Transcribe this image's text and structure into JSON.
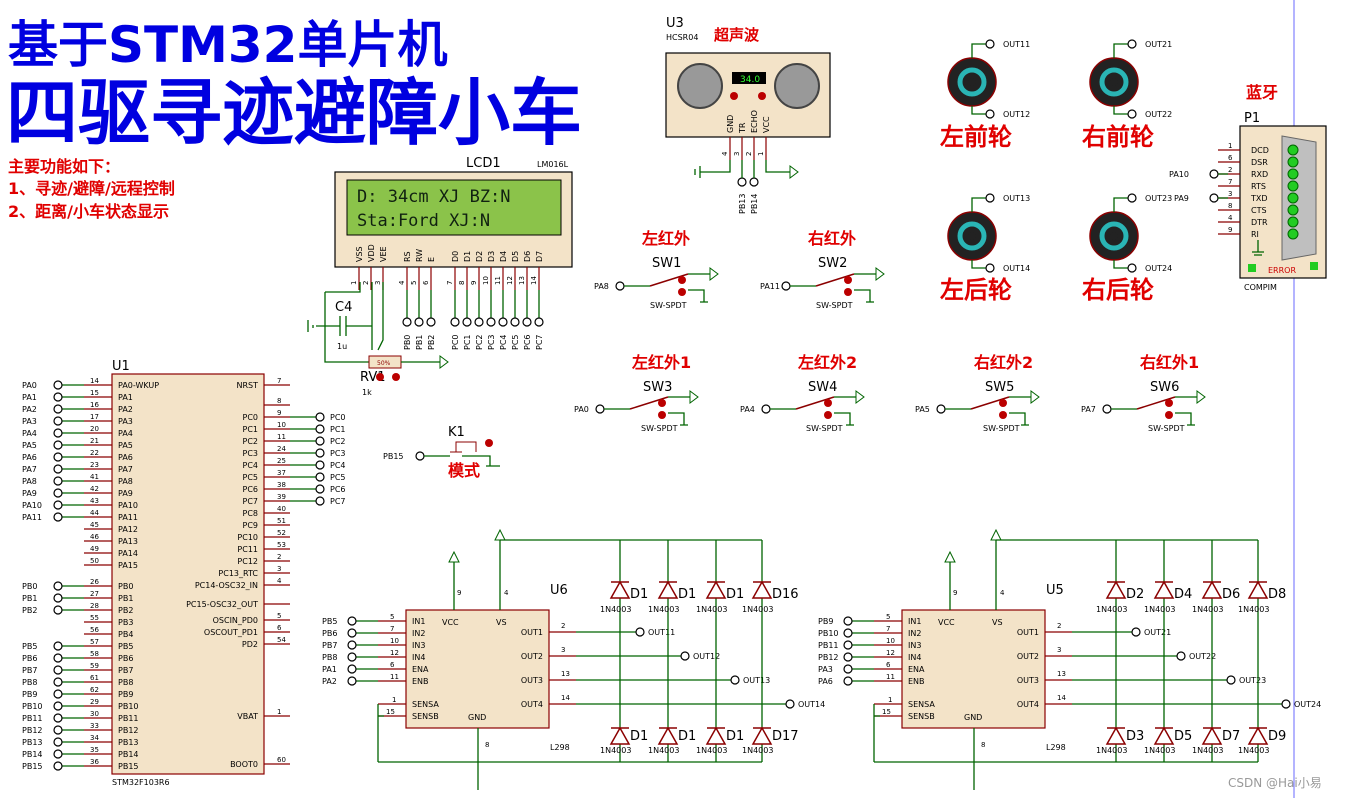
{
  "title": {
    "line1": "基于STM32单片机",
    "line2": "四驱寻迹避障小车",
    "features_heading": "主要功能如下：",
    "feature1": "1、寻迹/避障/远程控制",
    "feature2": "2、距离/小车状态显示"
  },
  "lcd": {
    "ref": "LCD1",
    "part": "LM016L",
    "row1": "D: 34cm XJ BZ:N",
    "row2": "Sta:Ford XJ:N",
    "pins": [
      "VSS",
      "VDD",
      "VEE",
      "RS",
      "RW",
      "E",
      "D0",
      "D1",
      "D2",
      "D3",
      "D4",
      "D5",
      "D6",
      "D7"
    ],
    "pin_numbers": [
      "1",
      "2",
      "3",
      "4",
      "5",
      "6",
      "7",
      "8",
      "9",
      "10",
      "11",
      "12",
      "13",
      "14"
    ],
    "nets": [
      "PB0",
      "PB1",
      "PB2",
      "PC0",
      "PC1",
      "PC2",
      "PC3",
      "PC4",
      "PC5",
      "PC6",
      "PC7"
    ]
  },
  "cap": {
    "ref": "C4",
    "value": "1u"
  },
  "pot": {
    "ref": "RV1",
    "value": "1k",
    "reading": "50%"
  },
  "ultrasonic": {
    "ref": "U3",
    "part": "HCSR04",
    "label": "超声波",
    "display": "34.0",
    "pins": [
      "GND",
      "TR",
      "ECHO",
      "VCC"
    ],
    "pin_numbers": [
      "4",
      "3",
      "2",
      "1"
    ],
    "nets": [
      "PB13",
      "PB14"
    ]
  },
  "motors": [
    {
      "label": "左前轮",
      "out_a": "OUT11",
      "out_b": "OUT12"
    },
    {
      "label": "右前轮",
      "out_a": "OUT21",
      "out_b": "OUT22"
    },
    {
      "label": "左后轮",
      "out_a": "OUT13",
      "out_b": "OUT14"
    },
    {
      "label": "右后轮",
      "out_a": "OUT23",
      "out_b": "OUT24"
    }
  ],
  "bluetooth": {
    "label": "蓝牙",
    "ref": "P1",
    "part": "COMPIM",
    "error": "ERROR",
    "pins": [
      "DCD",
      "DSR",
      "RXD",
      "RTS",
      "TXD",
      "CTS",
      "DTR",
      "RI"
    ],
    "pin_numbers": [
      "1",
      "6",
      "2",
      "7",
      "3",
      "8",
      "4",
      "9"
    ],
    "net_rxd": "PA10",
    "net_txd": "PA9"
  },
  "switches": [
    {
      "label": "左红外",
      "ref": "SW1",
      "part": "SW-SPDT",
      "net": "PA8"
    },
    {
      "label": "右红外",
      "ref": "SW2",
      "part": "SW-SPDT",
      "net": "PA11"
    },
    {
      "label": "左红外1",
      "ref": "SW3",
      "part": "SW-SPDT",
      "net": "PA0"
    },
    {
      "label": "左红外2",
      "ref": "SW4",
      "part": "SW-SPDT",
      "net": "PA4"
    },
    {
      "label": "右红外2",
      "ref": "SW5",
      "part": "SW-SPDT",
      "net": "PA5"
    },
    {
      "label": "右红外1",
      "ref": "SW6",
      "part": "SW-SPDT",
      "net": "PA7"
    }
  ],
  "button": {
    "ref": "K1",
    "label": "模式",
    "net": "PB15"
  },
  "mcu": {
    "ref": "U1",
    "part": "STM32F103R6",
    "left": [
      [
        "14",
        "PA0-WKUP",
        "PA0"
      ],
      [
        "15",
        "PA1",
        "PA1"
      ],
      [
        "16",
        "PA2",
        "PA2"
      ],
      [
        "17",
        "PA3",
        "PA3"
      ],
      [
        "20",
        "PA4",
        "PA4"
      ],
      [
        "21",
        "PA5",
        "PA5"
      ],
      [
        "22",
        "PA6",
        "PA6"
      ],
      [
        "23",
        "PA7",
        "PA7"
      ],
      [
        "41",
        "PA8",
        "PA8"
      ],
      [
        "42",
        "PA9",
        "PA9"
      ],
      [
        "43",
        "PA10",
        "PA10"
      ],
      [
        "44",
        "PA11",
        "PA11"
      ],
      [
        "45",
        "PA12",
        ""
      ],
      [
        "46",
        "PA13",
        ""
      ],
      [
        "49",
        "PA14",
        ""
      ],
      [
        "50",
        "PA15",
        ""
      ],
      [
        "26",
        "PB0",
        "PB0"
      ],
      [
        "27",
        "PB1",
        "PB1"
      ],
      [
        "28",
        "PB2",
        "PB2"
      ],
      [
        "55",
        "PB3",
        ""
      ],
      [
        "56",
        "PB4",
        ""
      ],
      [
        "57",
        "PB5",
        "PB5"
      ],
      [
        "58",
        "PB6",
        "PB6"
      ],
      [
        "59",
        "PB7",
        "PB7"
      ],
      [
        "61",
        "PB8",
        "PB8"
      ],
      [
        "62",
        "PB9",
        "PB9"
      ],
      [
        "29",
        "PB10",
        "PB10"
      ],
      [
        "30",
        "PB11",
        "PB11"
      ],
      [
        "33",
        "PB12",
        "PB12"
      ],
      [
        "34",
        "PB13",
        "PB13"
      ],
      [
        "35",
        "PB14",
        "PB14"
      ],
      [
        "36",
        "PB15",
        "PB15"
      ]
    ],
    "right": [
      [
        "7",
        "NRST",
        ""
      ],
      [
        "8",
        "",
        ""
      ],
      [
        "9",
        "PC0",
        "PC0"
      ],
      [
        "10",
        "PC1",
        "PC1"
      ],
      [
        "11",
        "PC2",
        "PC2"
      ],
      [
        "24",
        "PC3",
        "PC3"
      ],
      [
        "25",
        "PC4",
        "PC4"
      ],
      [
        "37",
        "PC5",
        "PC5"
      ],
      [
        "38",
        "PC6",
        "PC6"
      ],
      [
        "39",
        "PC7",
        "PC7"
      ],
      [
        "40",
        "PC8",
        ""
      ],
      [
        "51",
        "PC9",
        ""
      ],
      [
        "52",
        "PC10",
        ""
      ],
      [
        "53",
        "PC11",
        ""
      ],
      [
        "2",
        "PC12",
        ""
      ],
      [
        "3",
        "PC13_RTC",
        ""
      ],
      [
        "4",
        "PC14-OSC32_IN",
        ""
      ],
      [
        "",
        "PC15-OSC32_OUT",
        ""
      ],
      [
        "5",
        "OSCIN_PD0",
        ""
      ],
      [
        "6",
        "OSCOUT_PD1",
        ""
      ],
      [
        "54",
        "PD2",
        ""
      ],
      [
        "1",
        "VBAT",
        ""
      ],
      [
        "60",
        "BOOT0",
        ""
      ]
    ]
  },
  "drivers": [
    {
      "ref": "U6",
      "part": "L298",
      "inputs": [
        [
          "PB5",
          "5",
          "IN1"
        ],
        [
          "PB6",
          "7",
          "IN2"
        ],
        [
          "PB7",
          "10",
          "IN3"
        ],
        [
          "PB8",
          "12",
          "IN4"
        ],
        [
          "PA1",
          "6",
          "ENA"
        ],
        [
          "PA2",
          "11",
          "ENB"
        ]
      ],
      "outputs": [
        [
          "2",
          "OUT1",
          "OUT11"
        ],
        [
          "3",
          "OUT2",
          "OUT12"
        ],
        [
          "13",
          "OUT3",
          "OUT13"
        ],
        [
          "14",
          "OUT4",
          "OUT14"
        ]
      ],
      "top_pins": [
        "9",
        "4"
      ],
      "vcc": "VCC",
      "vs": "VS",
      "gnd": "GND",
      "gnd_pin": "8",
      "sensa": [
        "1",
        "SENSA"
      ],
      "sensb": [
        "15",
        "SENSB"
      ],
      "diodes_top": [
        "D1",
        "D1",
        "D1",
        "D16"
      ],
      "diodes_bottom": [
        "D1",
        "D1",
        "D1",
        "D17"
      ],
      "diode_part": "1N4003"
    },
    {
      "ref": "U5",
      "part": "L298",
      "inputs": [
        [
          "PB9",
          "5",
          "IN1"
        ],
        [
          "PB10",
          "7",
          "IN2"
        ],
        [
          "PB11",
          "10",
          "IN3"
        ],
        [
          "PB12",
          "12",
          "IN4"
        ],
        [
          "PA3",
          "6",
          "ENA"
        ],
        [
          "PA6",
          "11",
          "ENB"
        ]
      ],
      "outputs": [
        [
          "2",
          "OUT1",
          "OUT21"
        ],
        [
          "3",
          "OUT2",
          "OUT22"
        ],
        [
          "13",
          "OUT3",
          "OUT23"
        ],
        [
          "14",
          "OUT4",
          "OUT24"
        ]
      ],
      "top_pins": [
        "9",
        "4"
      ],
      "vcc": "VCC",
      "vs": "VS",
      "gnd": "GND",
      "gnd_pin": "8",
      "sensa": [
        "1",
        "SENSA"
      ],
      "sensb": [
        "15",
        "SENSB"
      ],
      "diodes_top": [
        "D2",
        "D4",
        "D6",
        "D8"
      ],
      "diodes_bottom": [
        "D3",
        "D5",
        "D7",
        "D9"
      ],
      "diode_part": "1N4003"
    }
  ],
  "watermark": "CSDN @Hai小易"
}
